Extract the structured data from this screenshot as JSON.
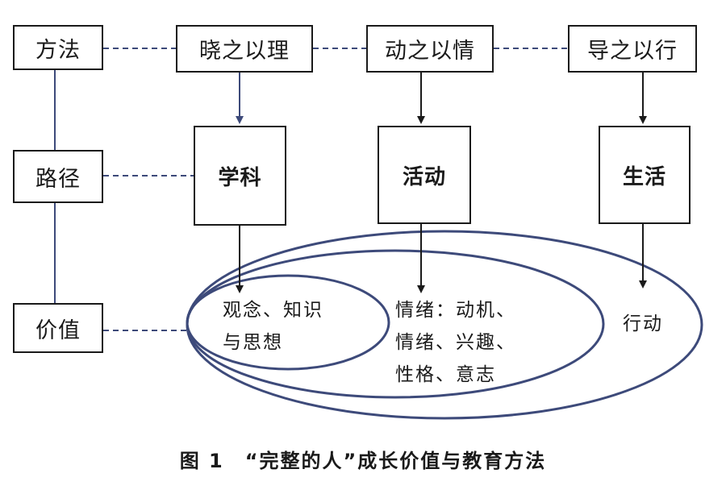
{
  "row_labels": {
    "method": "方法",
    "path": "路径",
    "value": "价值"
  },
  "methods": [
    "晓之以理",
    "动之以情",
    "导之以行"
  ],
  "paths": [
    "学科",
    "活动",
    "生活"
  ],
  "values": {
    "inner": [
      "观念、知识",
      "与思想"
    ],
    "middle": [
      "情绪：动机、",
      "情绪、兴趣、",
      "性格、意志"
    ],
    "outer": [
      "行动"
    ]
  },
  "caption": {
    "number": "图 1",
    "title": "“完整的人”成长价值与教育方法"
  },
  "colors": {
    "connector": "#3d4a7a",
    "box_border": "#1a1a1a",
    "ellipse": "#3d4a7a"
  }
}
